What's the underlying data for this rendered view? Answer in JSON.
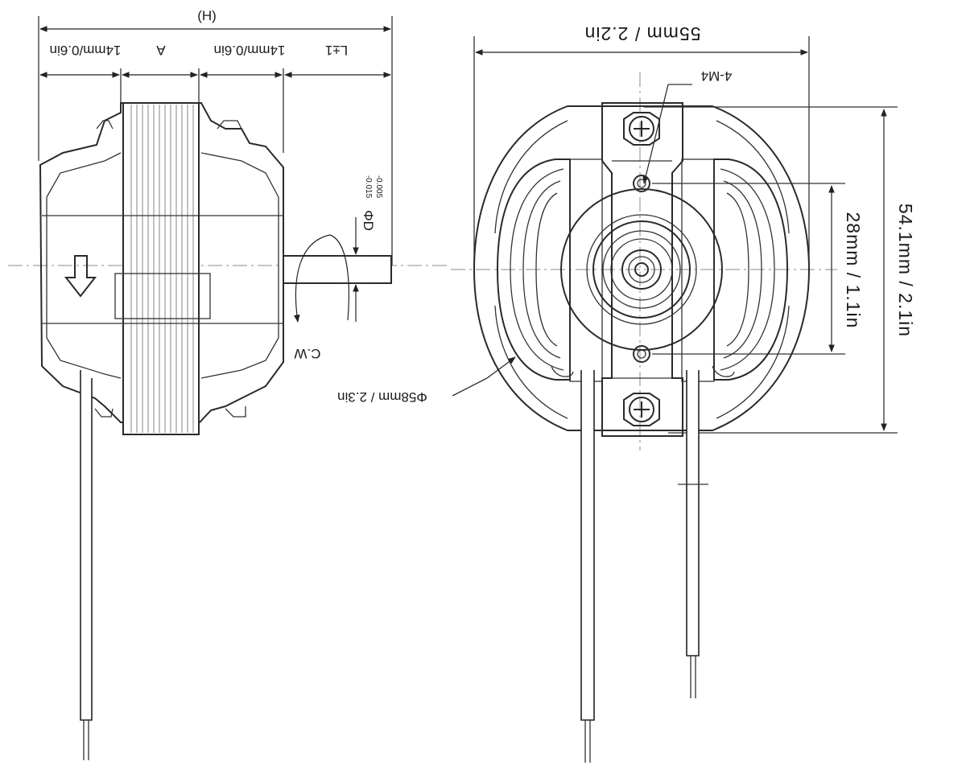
{
  "side_view": {
    "dim_h": "(H)",
    "dim_left_width": "14mm/0.6in",
    "dim_a": "A",
    "dim_right_width": "14mm/0.6in",
    "dim_l": "L±1",
    "shaft_diameter": "ΦD",
    "shaft_tolerance_upper": "-0.015",
    "shaft_tolerance_lower": "-0.005",
    "rotation": "C.W"
  },
  "front_view": {
    "dim_width": "55mm / 2.2in",
    "dim_screw": "4-M4",
    "dim_height": "54.1mm / 2.1in",
    "dim_hole_spacing": "28mm / 1.1in",
    "dim_diameter": "Φ58mm / 2.3in"
  }
}
